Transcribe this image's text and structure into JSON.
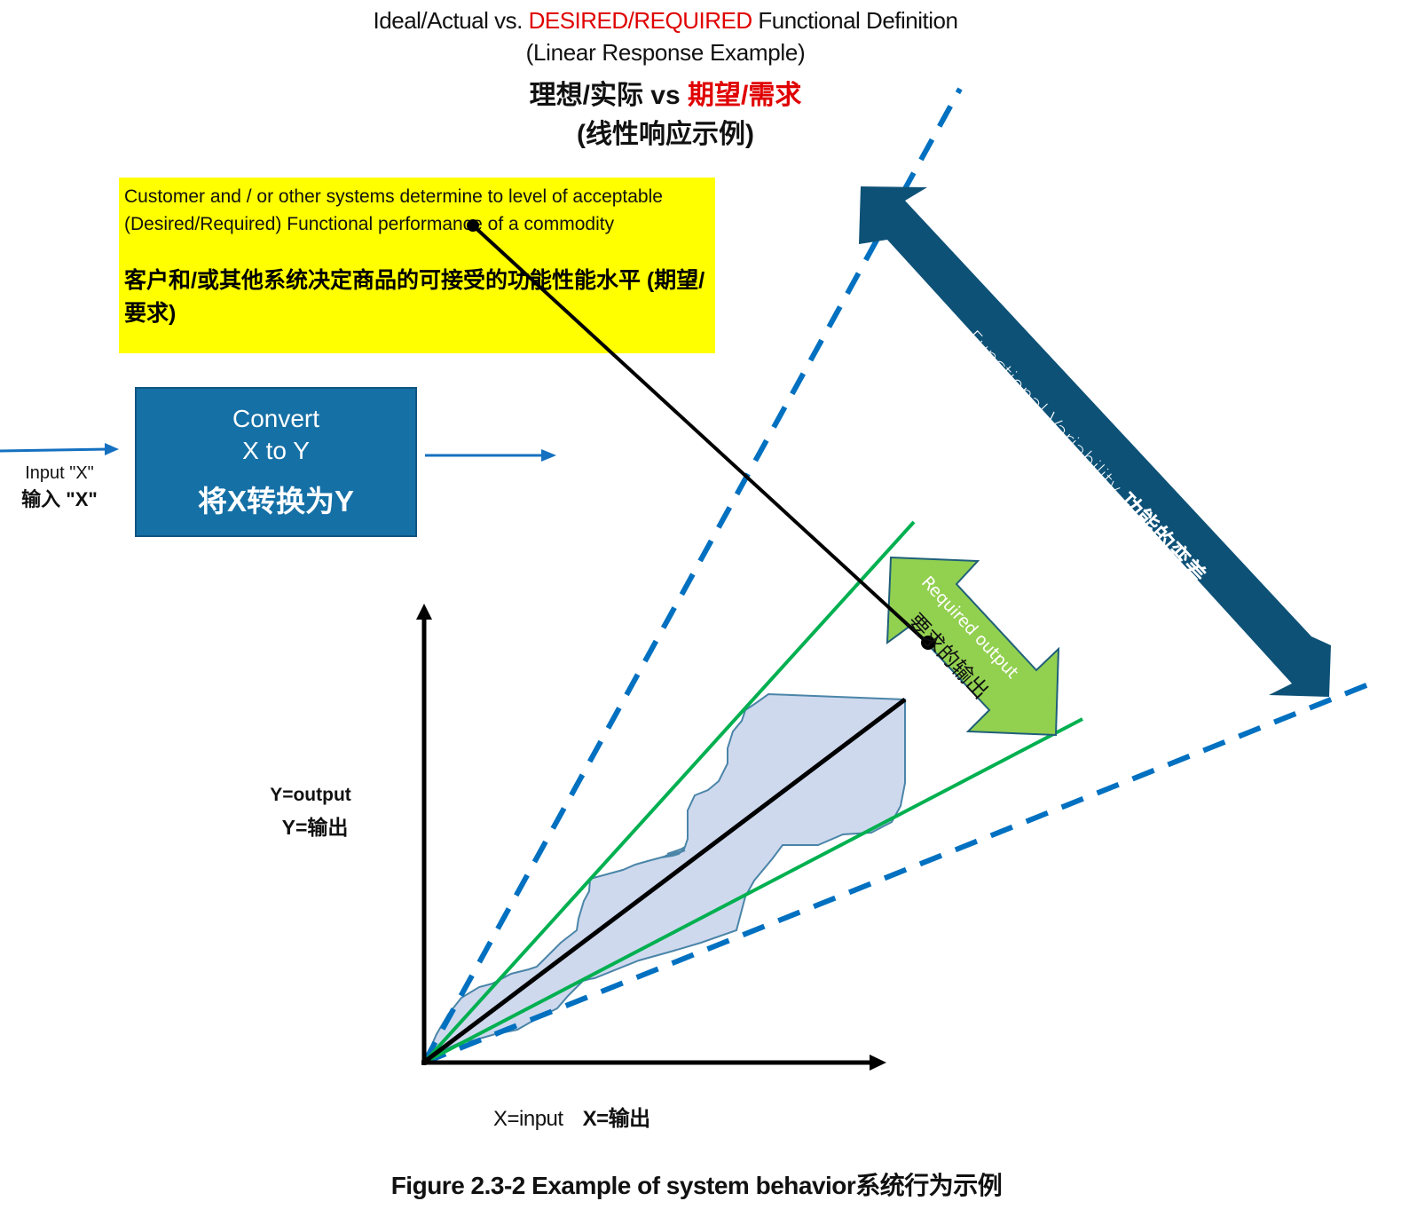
{
  "title": {
    "line1_prefix": "Ideal/Actual vs. ",
    "line1_highlight": "DESIRED/REQUIRED",
    "line1_suffix": " Functional Definition",
    "line2": "(Linear Response Example)",
    "line3_prefix": "理想/实际 vs ",
    "line3_highlight": "期望/需求",
    "line4": "(线性响应示例)",
    "highlight_color": "#e00000"
  },
  "note_box": {
    "text_en": "Customer and / or other systems determine to level of acceptable (Desired/Required) Functional performance of a commodity",
    "text_zh": "客户和/或其他系统决定商品的可接受的功能性能水平 (期望/要求)",
    "background_color": "#ffff00"
  },
  "process_box": {
    "line1": "Convert",
    "line2": "X to Y",
    "line3_zh": "将X转换为Y",
    "fill_color": "#1570a6"
  },
  "input_label": {
    "en": "Input \"X\"",
    "zh": "输入 \"X\""
  },
  "axes": {
    "y_label_en": "Y=output",
    "y_label_zh": "Y=输出",
    "x_label_en": "X=input",
    "x_label_zh": "X=输出"
  },
  "functional_variability": {
    "label_en": "Functional Variability",
    "label_zh": "功能的变差",
    "color": "#0d5177"
  },
  "required_output": {
    "label_en": "Required output",
    "label_zh": "要求的输出",
    "color": "#92d050"
  },
  "lines": {
    "ideal_color": "#000000",
    "required_limits_color": "#00b050",
    "variability_limits_color": "#0070c0",
    "actual_band_fill": "#cfd9ee",
    "actual_band_stroke": "#4a85a8"
  },
  "caption": "Figure 2.3-2 Example of system behavior系统行为示例"
}
